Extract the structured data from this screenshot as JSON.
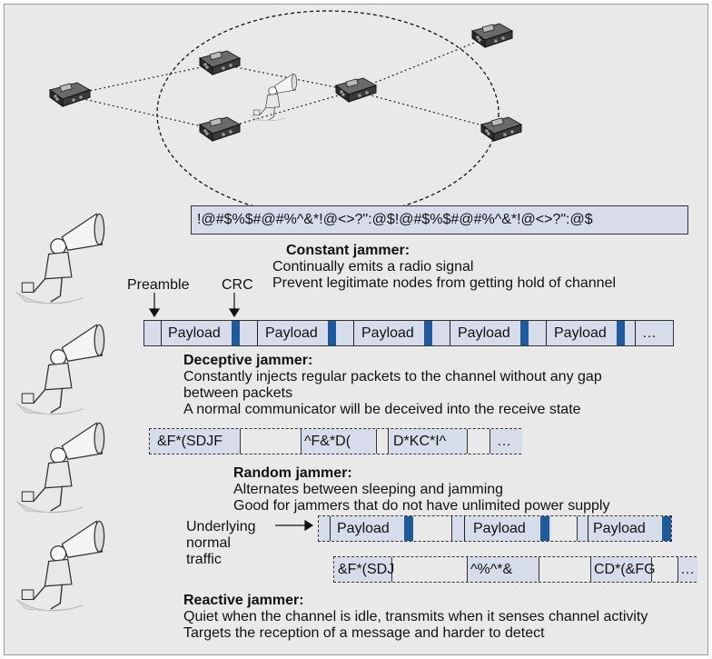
{
  "network": {
    "node_icon": "sensor-mote-icon",
    "jammer_icon": "megaphone-jammer-icon"
  },
  "constant": {
    "signal": "!@#$%$#@#%^&*!@<>?\":@$!@#$%$#@#%^&*!@<>?\":@$",
    "title": "Constant jammer:",
    "lines": [
      "Continually emits a radio signal",
      "Prevent legitimate nodes from getting hold of channel"
    ]
  },
  "deceptive": {
    "preamble_label": "Preamble",
    "crc_label": "CRC",
    "packets": [
      "Payload",
      "Payload",
      "Payload",
      "Payload",
      "Payload"
    ],
    "ellipsis": "…",
    "title": "Deceptive jammer:",
    "lines": [
      "Constantly injects regular packets to the channel without any gap",
      "between packets",
      "A normal communicator will be deceived into the receive state"
    ]
  },
  "random": {
    "bursts": [
      "&F*(SDJF",
      "^F&*D(",
      "D*KC*I^"
    ],
    "ellipsis": "…",
    "title": "Random jammer:",
    "lines": [
      "Alternates between sleeping and jamming",
      "Good for jammers that do not have unlimited power supply"
    ]
  },
  "reactive": {
    "traffic_label": [
      "Underlying",
      "normal",
      "traffic"
    ],
    "traffic_packets": [
      "Payload",
      "Payload",
      "Payload"
    ],
    "jam_bursts": [
      "&F*(SDJ",
      "^%^*&",
      "CD*(&FG"
    ],
    "ellipsis": "…",
    "title": "Reactive jammer:",
    "lines": [
      "Quiet when the channel is idle, transmits when it senses channel activity",
      "Targets the reception of a message and harder to detect"
    ]
  },
  "colors": {
    "background": "#e9e9ea",
    "cell": "#d7dceb",
    "crc": "#1f5a9a"
  }
}
